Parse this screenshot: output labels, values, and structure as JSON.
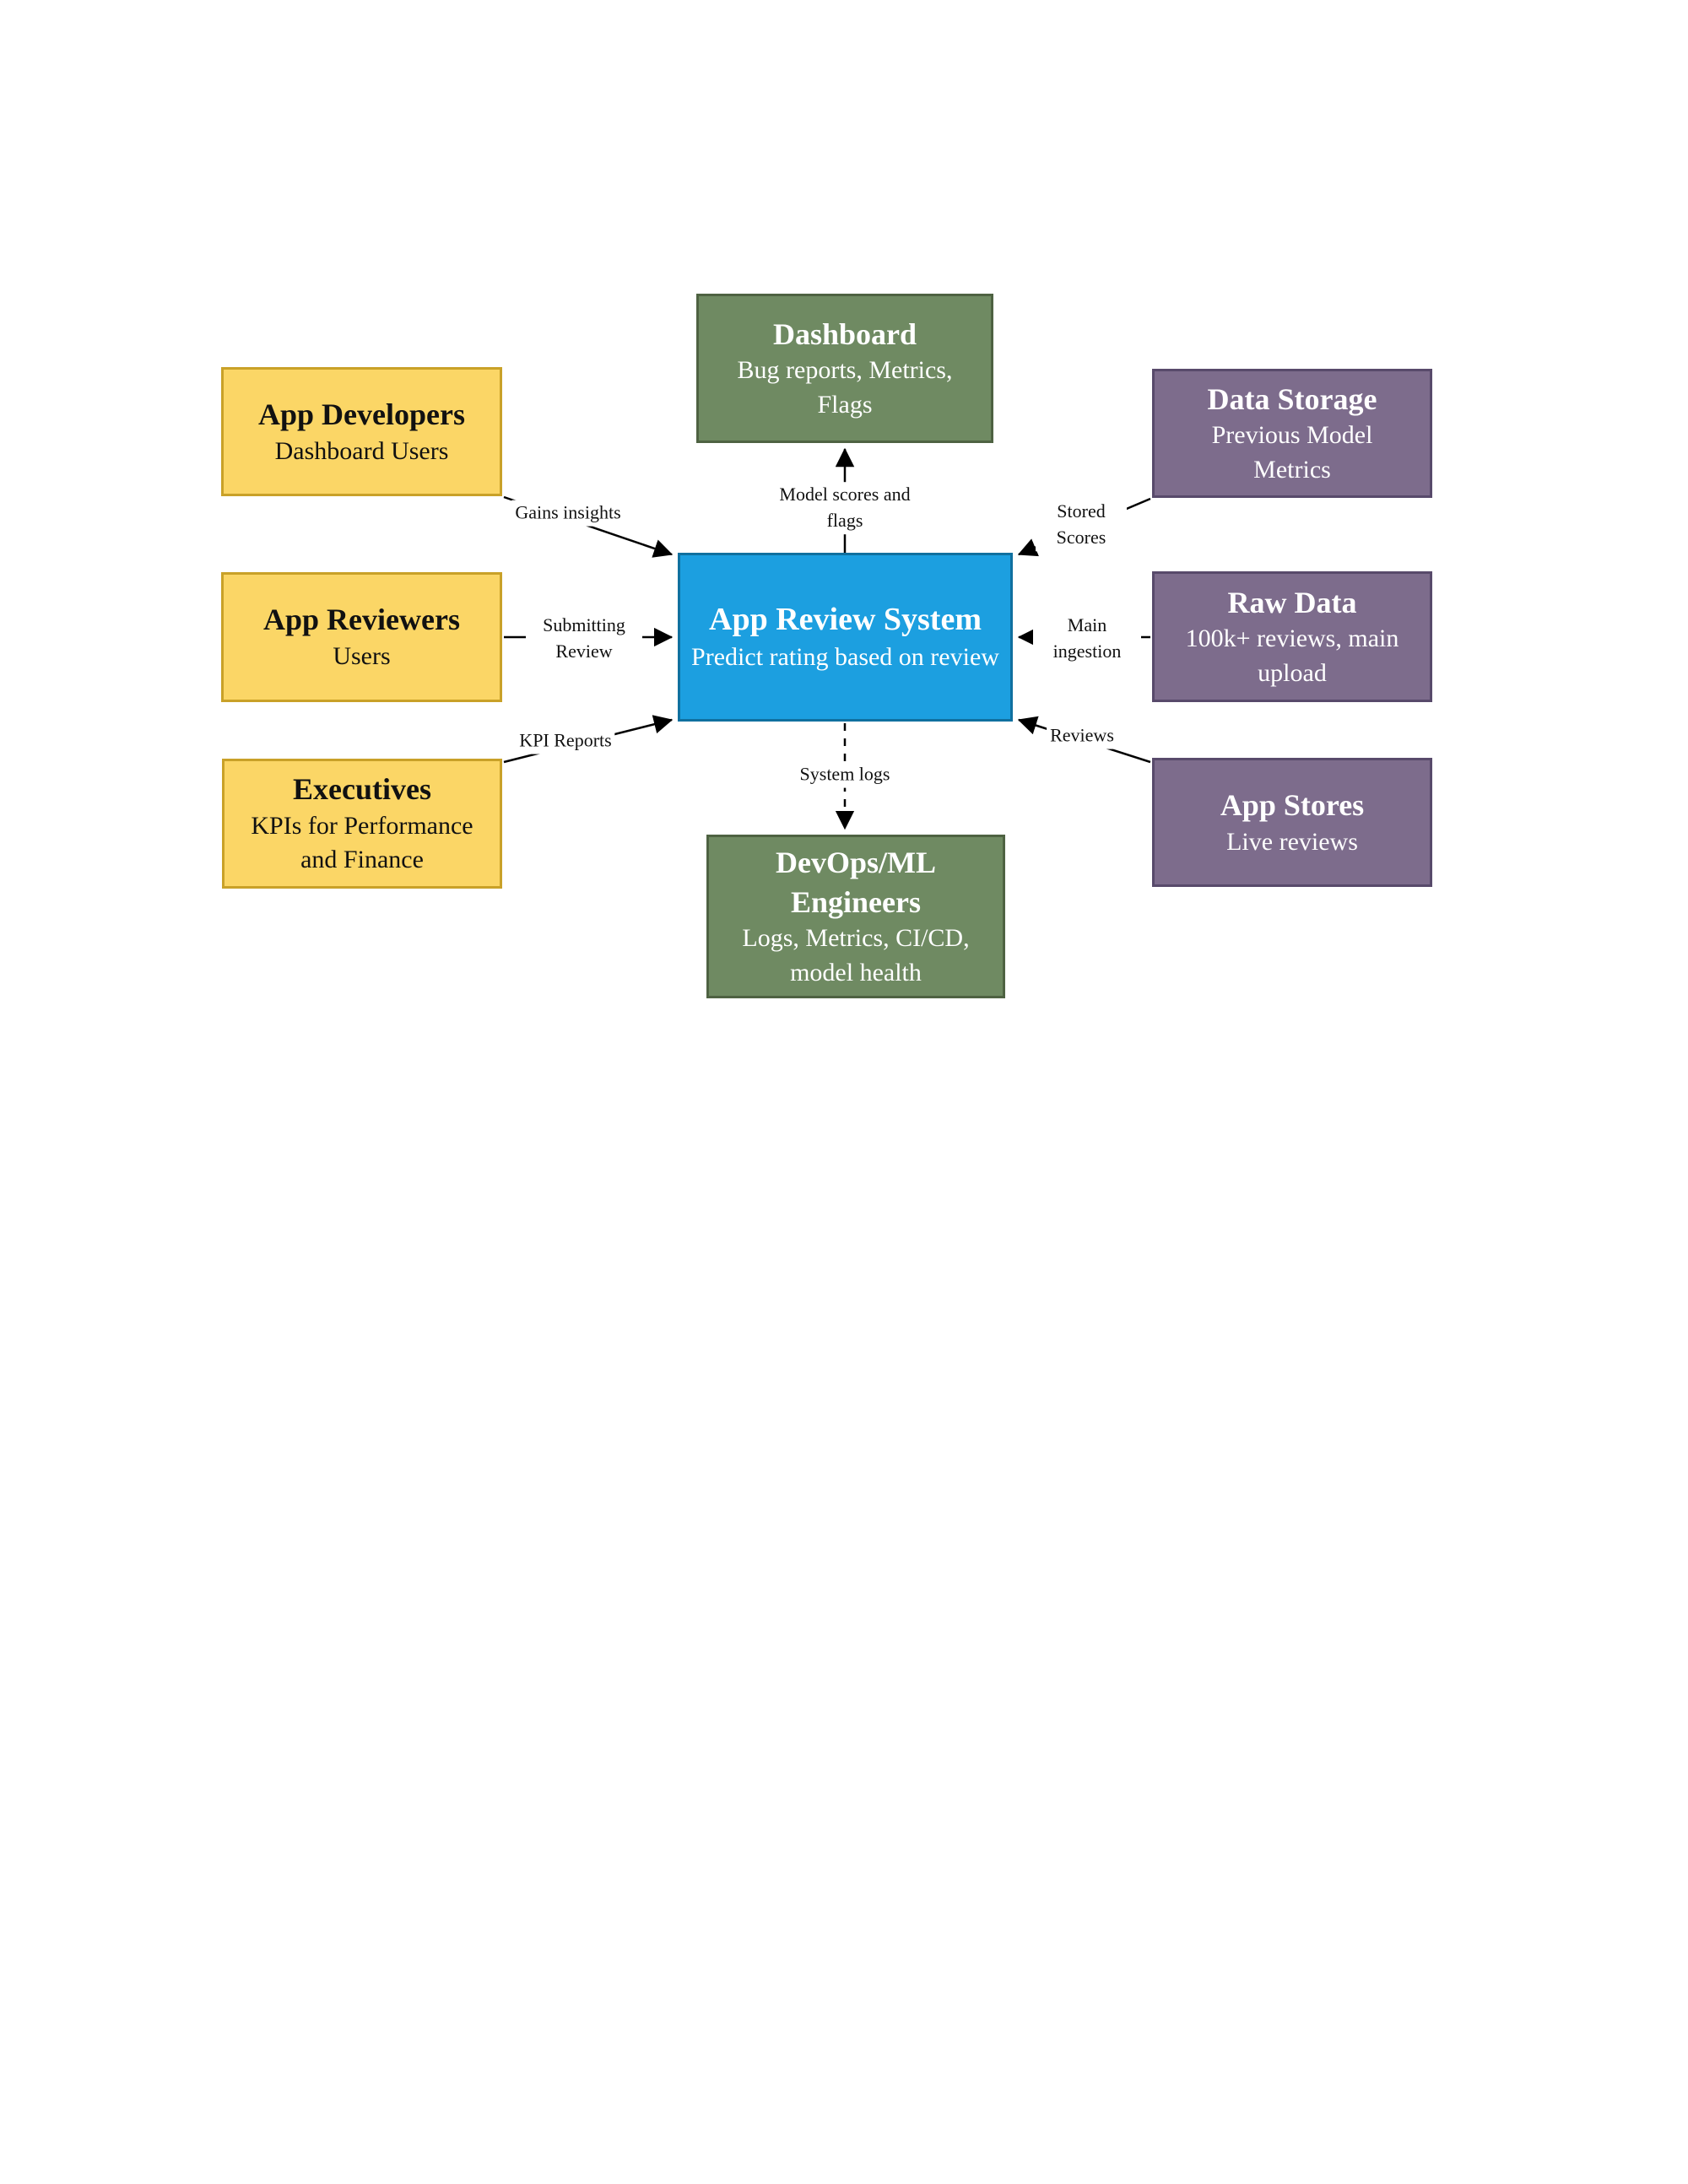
{
  "diagram": {
    "title_context": "App Review System context diagram",
    "nodes": {
      "dashboard": {
        "title": "Dashboard",
        "subtitle": "Bug reports, Metrics, Flags"
      },
      "app_developers": {
        "title": "App Developers",
        "subtitle": "Dashboard Users"
      },
      "data_storage": {
        "title": "Data Storage",
        "subtitle": "Previous Model Metrics"
      },
      "app_reviewers": {
        "title": "App Reviewers",
        "subtitle": "Users"
      },
      "app_review_system": {
        "title": "App Review System",
        "subtitle": "Predict rating based on review"
      },
      "raw_data": {
        "title": "Raw Data",
        "subtitle": "100k+ reviews, main upload"
      },
      "executives": {
        "title": "Executives",
        "subtitle": "KPIs for Performance and Finance"
      },
      "app_stores": {
        "title": "App Stores",
        "subtitle": "Live reviews"
      },
      "devops_ml": {
        "title": "DevOps/ML Engineers",
        "subtitle": "Logs, Metrics, CI/CD, model health"
      }
    },
    "edges": {
      "gains_insights": {
        "label": "Gains insights",
        "from": "App Developers",
        "to": "App Review System",
        "style": "solid"
      },
      "submitting_review": {
        "label": "Submitting Review",
        "from": "App Reviewers",
        "to": "App Review System",
        "style": "solid"
      },
      "kpi_reports": {
        "label": "KPI Reports",
        "from": "Executives",
        "to": "App Review System",
        "style": "solid"
      },
      "model_scores": {
        "label": "Model scores and flags",
        "from": "App Review System",
        "to": "Dashboard",
        "style": "solid"
      },
      "stored_scores": {
        "label": "Stored Scores",
        "from": "Data Storage",
        "to": "App Review System",
        "style": "solid"
      },
      "main_ingestion": {
        "label": "Main ingestion",
        "from": "Raw Data",
        "to": "App Review System",
        "style": "solid"
      },
      "reviews": {
        "label": "Reviews",
        "from": "App Stores",
        "to": "App Review System",
        "style": "solid"
      },
      "system_logs": {
        "label": "System logs",
        "from": "App Review System",
        "to": "DevOps/ML Engineers",
        "style": "dashed"
      }
    },
    "colors": {
      "actor_fill": "#FBD666",
      "actor_border": "#C9A128",
      "output_fill": "#6F8A62",
      "output_border": "#4E6242",
      "source_fill": "#7D6C8C",
      "source_border": "#584A6B",
      "system_fill": "#1C9FE0",
      "system_border": "#10709F",
      "arrow": "#000000",
      "background": "#FFFFFF"
    }
  }
}
